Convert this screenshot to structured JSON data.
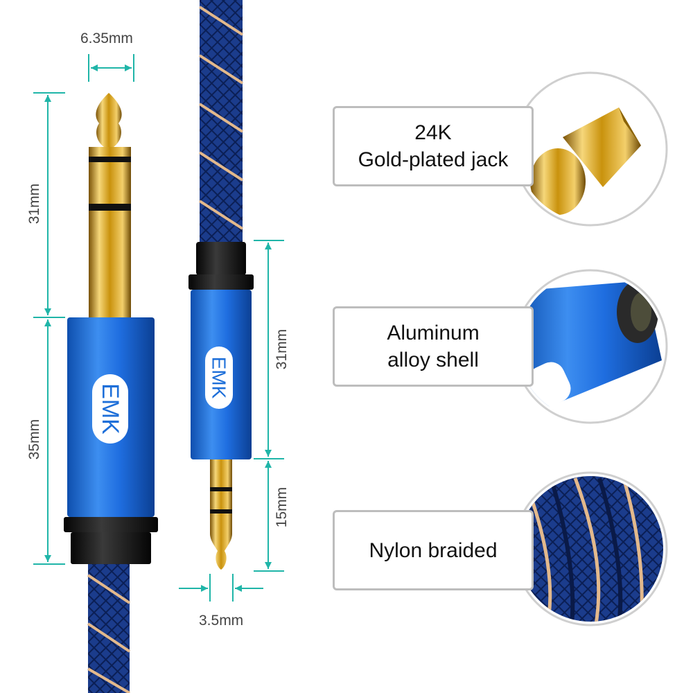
{
  "dimensions": {
    "plug_6_35_width": "6.35mm",
    "plug_6_35_tip_length": "31mm",
    "plug_6_35_shell_length": "35mm",
    "plug_3_5_shell_length": "31mm",
    "plug_3_5_tip_length": "15mm",
    "plug_3_5_width": "3.5mm"
  },
  "brand": {
    "logo_text": "EMK"
  },
  "features": [
    {
      "lines": [
        "24K",
        "Gold-plated jack"
      ]
    },
    {
      "lines": [
        "Aluminum",
        "alloy shell"
      ]
    },
    {
      "lines": [
        "Nylon braided"
      ]
    }
  ],
  "colors": {
    "dimension_line": "#1fb5a8",
    "aluminum_blue": "#1e6fd9",
    "gold": "#d4a017",
    "braid_blue": "#1f3f8f",
    "card_border": "#bdbdbd"
  }
}
